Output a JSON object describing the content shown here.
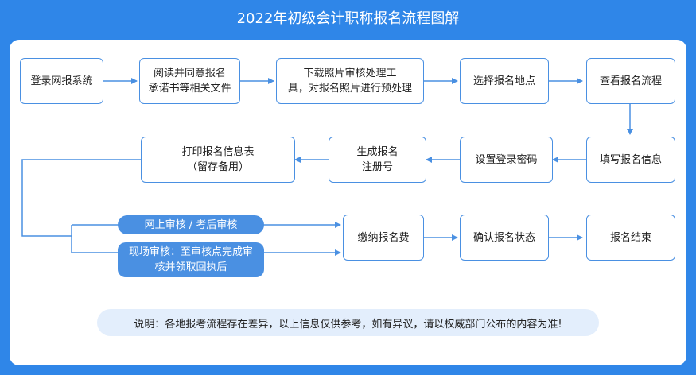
{
  "title": "2022年初级会计职称报名流程图解",
  "colors": {
    "background": "#2f86e8",
    "box_border": "#4a90e2",
    "arrow": "#4a90e2",
    "pill": "#4a90e2",
    "note_bg": "#e3eefc"
  },
  "steps": {
    "login": "登录网报系统",
    "read_agree": "阅读并同意报名\n承诺书等相关文件",
    "photo": "下载照片审核处理工\n具，对报名照片进行预处理",
    "location": "选择报名地点",
    "process": "查看报名流程",
    "fill_info": "填写报名信息",
    "password": "设置登录密码",
    "register_no": "生成报名\n注册号",
    "print": "打印报名信息表\n（留存备用）",
    "pay": "缴纳报名费",
    "confirm": "确认报名状态",
    "end": "报名结束"
  },
  "review": {
    "online": "网上审核 / 考后审核",
    "onsite": "现场审核：至审核点完成审\n核并领取回执后"
  },
  "note": "说明：各地报考流程存在差异，以上信息仅供参考，如有异议，请以权威部门公布的内容为准!"
}
